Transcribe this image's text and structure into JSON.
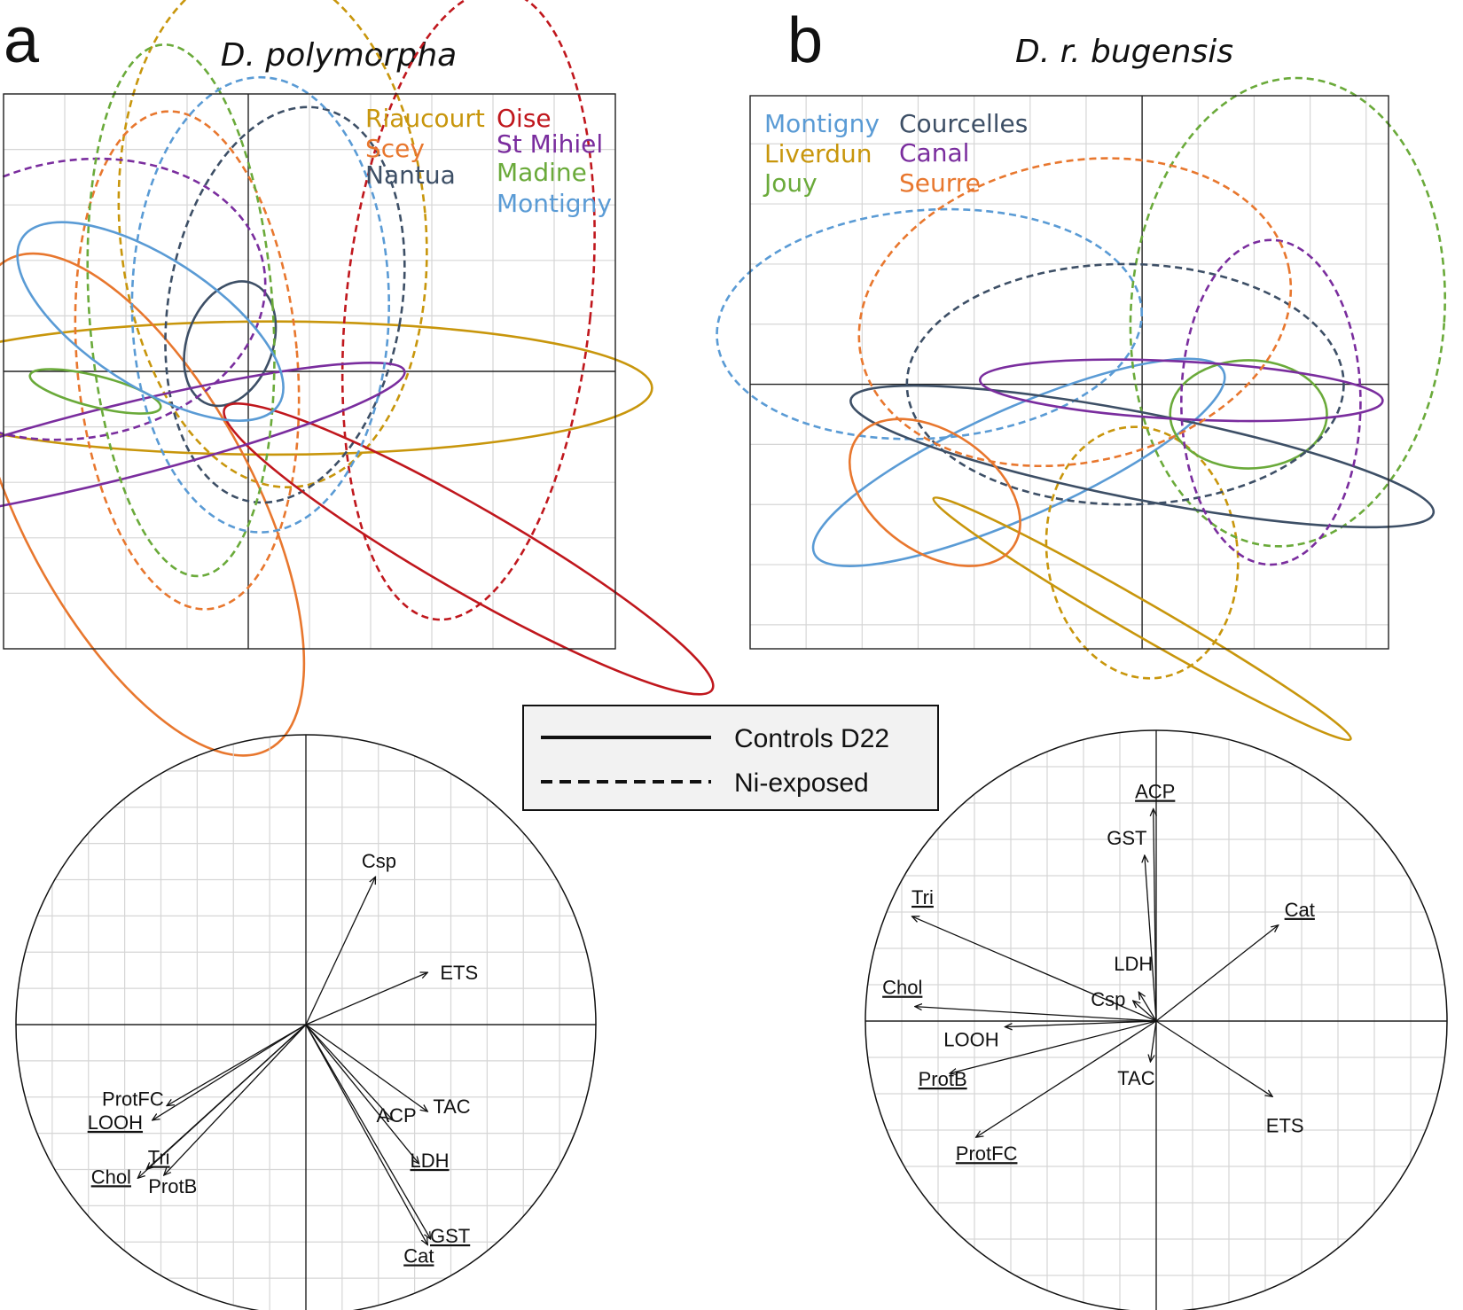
{
  "panels": {
    "a": {
      "letter": "a",
      "species": "D. polymorpha"
    },
    "b": {
      "letter": "b",
      "species": "D. r. bugensis"
    }
  },
  "line_legend": {
    "solid_label": "Controls D22",
    "dashed_label": "Ni-exposed"
  },
  "colors": {
    "Riaucourt": "#c8960c",
    "Scey": "#e8772e",
    "Nantua": "#3d4f66",
    "Oise": "#c0171d",
    "St Mihiel": "#7a2d9e",
    "Madine": "#6aaa3a",
    "Montigny": "#5a9bd5",
    "Courcelles": "#3d4f66",
    "Liverdun": "#c8960c",
    "Canal": "#7a2d9e",
    "Jouy": "#6aaa3a",
    "Seurre": "#e8772e"
  },
  "chart_data": [
    {
      "type": "scatter",
      "title": "D. polymorpha",
      "description_of_marks": "95% confidence ellipses per site",
      "legend": [
        "Riaucourt",
        "Scey",
        "Nantua",
        "Oise",
        "St Mihiel",
        "Madine",
        "Montigny"
      ],
      "series": [
        {
          "name": "Riaucourt",
          "condition": "control",
          "cx": 0.2,
          "cy": -0.15,
          "rx": 3.1,
          "ry": 0.6,
          "angle": 0
        },
        {
          "name": "Riaucourt",
          "condition": "exposed",
          "cx": 0.2,
          "cy": 1.3,
          "rx": 1.25,
          "ry": 2.35,
          "angle": 5
        },
        {
          "name": "Scey",
          "condition": "control",
          "cx": -0.9,
          "cy": -1.2,
          "rx": 0.95,
          "ry": 2.5,
          "angle": 28
        },
        {
          "name": "Scey",
          "condition": "exposed",
          "cx": -0.5,
          "cy": 0.1,
          "rx": 0.9,
          "ry": 2.25,
          "angle": 5
        },
        {
          "name": "Nantua",
          "condition": "control",
          "cx": -0.15,
          "cy": 0.25,
          "rx": 0.35,
          "ry": 0.58,
          "angle": -20
        },
        {
          "name": "Nantua",
          "condition": "exposed",
          "cx": 0.3,
          "cy": 0.6,
          "rx": 0.95,
          "ry": 1.8,
          "angle": -10
        },
        {
          "name": "Oise",
          "condition": "control",
          "cx": 1.8,
          "cy": -1.6,
          "rx": 2.3,
          "ry": 0.38,
          "angle": -30
        },
        {
          "name": "Oise",
          "condition": "exposed",
          "cx": 1.8,
          "cy": 0.6,
          "rx": 1.0,
          "ry": 2.85,
          "angle": -6
        },
        {
          "name": "St Mihiel",
          "condition": "control",
          "cx": -1.1,
          "cy": -0.65,
          "rx": 2.45,
          "ry": 0.33,
          "angle": 14
        },
        {
          "name": "St Mihiel",
          "condition": "exposed",
          "cx": -1.4,
          "cy": 0.65,
          "rx": 1.55,
          "ry": 1.25,
          "angle": 10
        },
        {
          "name": "Madine",
          "condition": "control",
          "cx": -1.25,
          "cy": -0.18,
          "rx": 0.55,
          "ry": 0.14,
          "angle": -14
        },
        {
          "name": "Madine",
          "condition": "exposed",
          "cx": -0.55,
          "cy": 0.55,
          "rx": 0.75,
          "ry": 2.4,
          "angle": 4
        },
        {
          "name": "Montigny",
          "condition": "control",
          "cx": -0.8,
          "cy": 0.45,
          "rx": 1.25,
          "ry": 0.58,
          "angle": -33
        },
        {
          "name": "Montigny",
          "condition": "exposed",
          "cx": 0.1,
          "cy": 0.6,
          "rx": 1.05,
          "ry": 2.05,
          "angle": 0
        }
      ],
      "xlim": [
        -2,
        3
      ],
      "ylim": [
        -2.5,
        2.5
      ],
      "grid": true,
      "legend_position": "top-right"
    },
    {
      "type": "scatter",
      "title": "D. r. bugensis",
      "description_of_marks": "95% confidence ellipses per site",
      "legend": [
        "Montigny",
        "Liverdun",
        "Jouy",
        "Courcelles",
        "Canal",
        "Seurre"
      ],
      "series": [
        {
          "name": "Montigny",
          "condition": "control",
          "cx": -1.1,
          "cy": -0.65,
          "rx": 2.0,
          "ry": 0.45,
          "angle": 24
        },
        {
          "name": "Montigny",
          "condition": "exposed",
          "cx": -1.9,
          "cy": 0.5,
          "rx": 1.9,
          "ry": 0.95,
          "angle": 4
        },
        {
          "name": "Liverdun",
          "condition": "control",
          "cx": 0.0,
          "cy": -1.95,
          "rx": 2.15,
          "ry": 0.14,
          "angle": -30
        },
        {
          "name": "Liverdun",
          "condition": "exposed",
          "cx": 0.0,
          "cy": -1.4,
          "rx": 0.85,
          "ry": 1.05,
          "angle": 8
        },
        {
          "name": "Jouy",
          "condition": "control",
          "cx": 0.95,
          "cy": -0.25,
          "rx": 0.7,
          "ry": 0.45,
          "angle": 0
        },
        {
          "name": "Jouy",
          "condition": "exposed",
          "cx": 1.3,
          "cy": 0.6,
          "rx": 1.4,
          "ry": 1.95,
          "angle": -4
        },
        {
          "name": "Courcelles",
          "condition": "control",
          "cx": 0.0,
          "cy": -0.6,
          "rx": 2.65,
          "ry": 0.36,
          "angle": -11
        },
        {
          "name": "Courcelles",
          "condition": "exposed",
          "cx": -0.15,
          "cy": 0.0,
          "rx": 1.95,
          "ry": 1.0,
          "angle": 0
        },
        {
          "name": "Canal",
          "condition": "control",
          "cx": 0.35,
          "cy": -0.05,
          "rx": 1.8,
          "ry": 0.24,
          "angle": -3
        },
        {
          "name": "Canal",
          "condition": "exposed",
          "cx": 1.15,
          "cy": -0.15,
          "rx": 0.8,
          "ry": 1.35,
          "angle": 0
        },
        {
          "name": "Seurre",
          "condition": "control",
          "cx": -1.85,
          "cy": -0.9,
          "rx": 0.85,
          "ry": 0.5,
          "angle": -35
        },
        {
          "name": "Seurre",
          "condition": "exposed",
          "cx": -0.6,
          "cy": 0.6,
          "rx": 1.95,
          "ry": 1.25,
          "angle": 12
        }
      ],
      "xlim": [
        -3.5,
        2.2
      ],
      "ylim": [
        -2.2,
        2.4
      ],
      "grid": true,
      "legend_position": "top-left"
    },
    {
      "type": "scatter",
      "description_of_marks": "correlation circle (variable loadings as arrows), D. polymorpha",
      "variables": [
        {
          "name": "Csp",
          "x": 0.24,
          "y": 0.51,
          "underlined": false
        },
        {
          "name": "ETS",
          "x": 0.42,
          "y": 0.18,
          "underlined": false
        },
        {
          "name": "TAC",
          "x": 0.42,
          "y": -0.3,
          "underlined": false
        },
        {
          "name": "ACP",
          "x": 0.3,
          "y": -0.33,
          "underlined": false
        },
        {
          "name": "LDH",
          "x": 0.39,
          "y": -0.48,
          "underlined": true
        },
        {
          "name": "GST",
          "x": 0.43,
          "y": -0.74,
          "underlined": true
        },
        {
          "name": "Cat",
          "x": 0.42,
          "y": -0.76,
          "underlined": true
        },
        {
          "name": "ProtFC",
          "x": -0.48,
          "y": -0.28,
          "underlined": false
        },
        {
          "name": "LOOH",
          "x": -0.53,
          "y": -0.33,
          "underlined": true
        },
        {
          "name": "Tri",
          "x": -0.55,
          "y": -0.5,
          "underlined": true
        },
        {
          "name": "Chol",
          "x": -0.58,
          "y": -0.53,
          "underlined": true
        },
        {
          "name": "ProtB",
          "x": -0.49,
          "y": -0.52,
          "underlined": false
        }
      ],
      "xlim": [
        -1,
        1
      ],
      "ylim": [
        -1,
        1
      ],
      "grid": true
    },
    {
      "type": "scatter",
      "description_of_marks": "correlation circle (variable loadings as arrows), D. r. bugensis",
      "variables": [
        {
          "name": "ACP",
          "x": -0.01,
          "y": 0.73,
          "underlined": true
        },
        {
          "name": "GST",
          "x": -0.04,
          "y": 0.57,
          "underlined": false
        },
        {
          "name": "Cat",
          "x": 0.42,
          "y": 0.33,
          "underlined": true
        },
        {
          "name": "Tri",
          "x": -0.84,
          "y": 0.36,
          "underlined": true
        },
        {
          "name": "LDH",
          "x": -0.06,
          "y": 0.1,
          "underlined": false
        },
        {
          "name": "Csp",
          "x": -0.08,
          "y": 0.07,
          "underlined": false
        },
        {
          "name": "Chol",
          "x": -0.83,
          "y": 0.05,
          "underlined": true
        },
        {
          "name": "LOOH",
          "x": -0.52,
          "y": -0.02,
          "underlined": false
        },
        {
          "name": "TAC",
          "x": -0.02,
          "y": -0.14,
          "underlined": false
        },
        {
          "name": "ETS",
          "x": 0.4,
          "y": -0.26,
          "underlined": false
        },
        {
          "name": "ProtB",
          "x": -0.71,
          "y": -0.18,
          "underlined": true
        },
        {
          "name": "ProtFC",
          "x": -0.62,
          "y": -0.4,
          "underlined": true
        }
      ],
      "xlim": [
        -1,
        1
      ],
      "ylim": [
        -1,
        1
      ],
      "grid": true
    }
  ]
}
